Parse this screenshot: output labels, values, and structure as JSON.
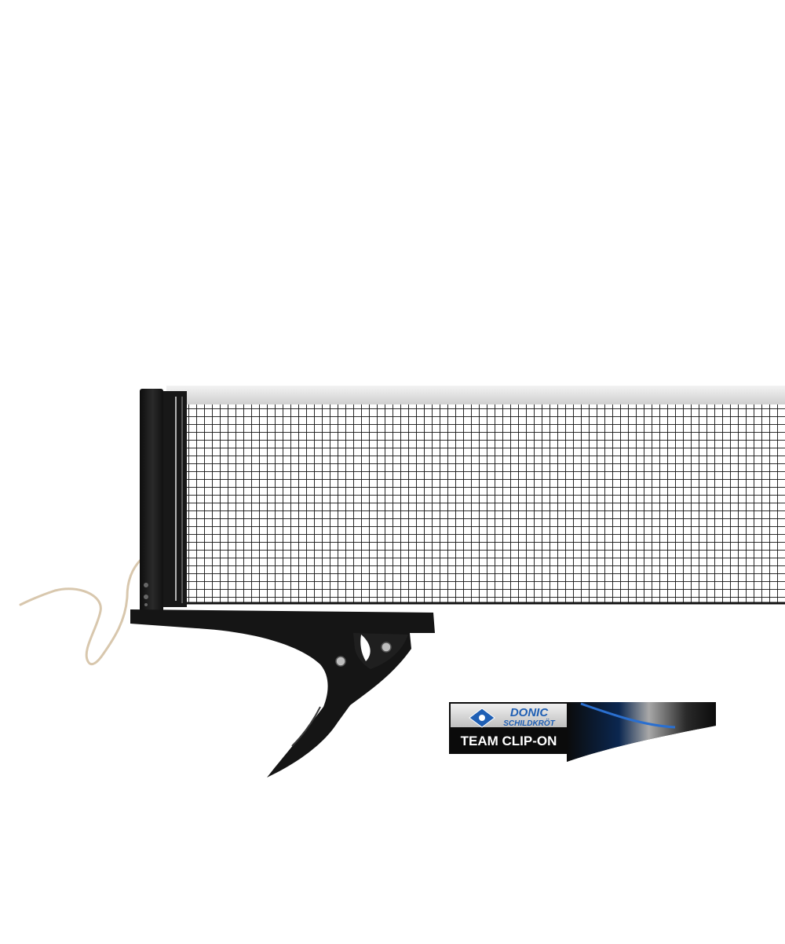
{
  "product": {
    "brand_top": "DONIC",
    "brand_bottom": "SCHILDKRÖT",
    "model_name": "TEAM CLIP-ON"
  },
  "colors": {
    "background": "#ffffff",
    "net_mesh": "#111111",
    "net_top_band": "#e6e6e6",
    "post": "#1c1c1c",
    "clamp": "#151515",
    "string": "#d8c7ad",
    "logo_blue": "#1f5fb4",
    "label_silver": "#d9d9d9",
    "label_black": "#0b0b0b"
  },
  "icons": {
    "brand_logo": "donic-diamond-logo",
    "clamp": "net-clamp",
    "string": "tension-cord"
  }
}
